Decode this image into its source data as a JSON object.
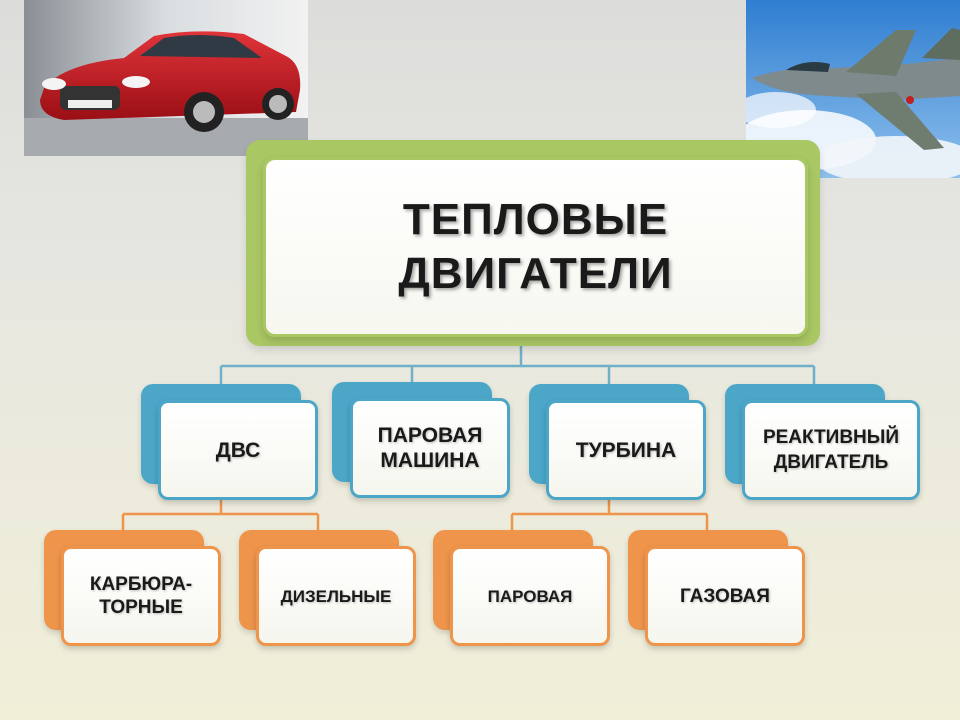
{
  "root": {
    "title_line1": "ТЕПЛОВЫЕ",
    "title_line2": "ДВИГАТЕЛИ"
  },
  "level1": [
    {
      "id": "dvs",
      "line1": "ДВС",
      "line2": ""
    },
    {
      "id": "steam",
      "line1": "ПАРОВАЯ",
      "line2": "МАШИНА"
    },
    {
      "id": "turbine",
      "line1": "ТУРБИНА",
      "line2": ""
    },
    {
      "id": "jet",
      "line1": "РЕАКТИВНЫЙ",
      "line2": "ДВИГАТЕЛЬ"
    }
  ],
  "level2": [
    {
      "id": "carb",
      "parent": "dvs",
      "line1": "КАРБЮРА-",
      "line2": "ТОРНЫЕ"
    },
    {
      "id": "diesel",
      "parent": "dvs",
      "line1": "ДИЗЕЛЬНЫЕ",
      "line2": ""
    },
    {
      "id": "steam-turbine",
      "parent": "turbine",
      "line1": "ПАРОВАЯ",
      "line2": ""
    },
    {
      "id": "gas-turbine",
      "parent": "turbine",
      "line1": "ГАЗОВАЯ",
      "line2": ""
    }
  ],
  "colors": {
    "root": "#a9c763",
    "level1": "#4ba6c8",
    "level2": "#ee944b",
    "connector_blue": "#6fb0c8",
    "connector_orange": "#ee944b"
  },
  "images": {
    "left": "red-sedan-car",
    "right": "fighter-jet"
  }
}
